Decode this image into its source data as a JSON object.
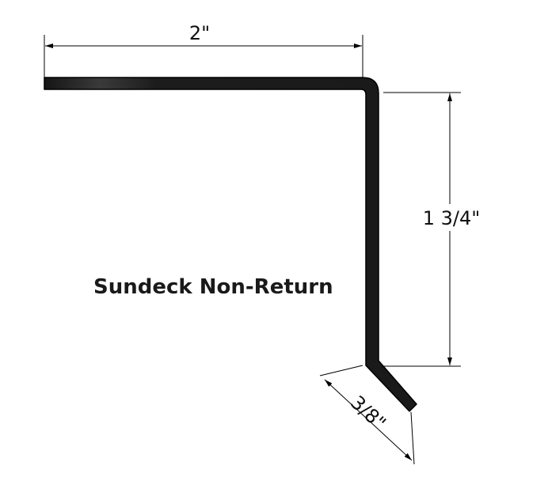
{
  "diagram": {
    "title": "Sundeck Non-Return",
    "dimensions": {
      "top_width": "2\"",
      "vertical_height": "1 3/4\"",
      "bottom_return": "3/8\""
    },
    "colors": {
      "profile": "#1c1c1c",
      "dimension_lines": "#000000",
      "background": "#ffffff"
    }
  }
}
